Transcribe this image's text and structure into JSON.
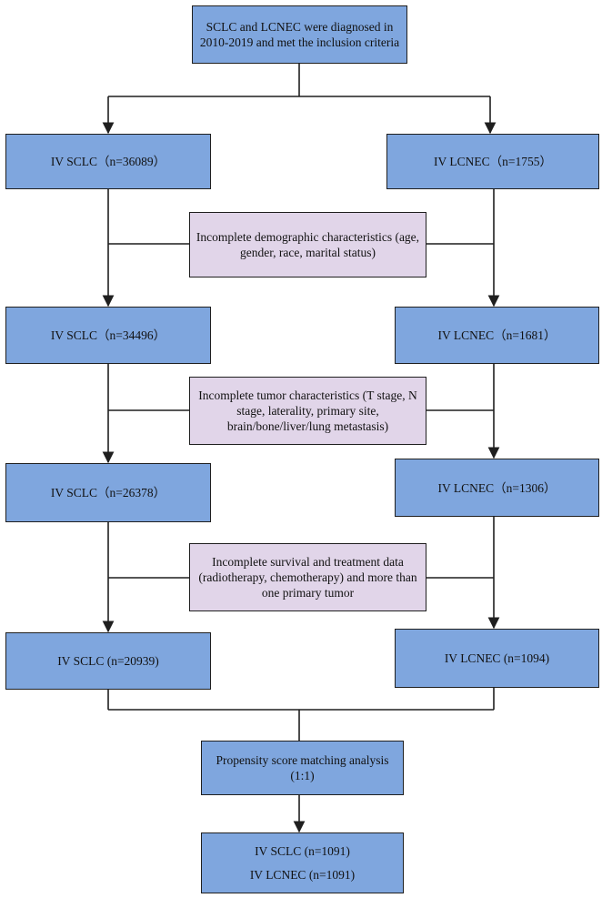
{
  "top_box": {
    "text": "SCLC and LCNEC were diagnosed in 2010-2019 and met the inclusion criteria"
  },
  "sclc_steps": [
    "IV SCLC（n=36089）",
    "IV SCLC（n=34496）",
    "IV SCLC（n=26378）",
    "IV SCLC (n=20939)"
  ],
  "lcnec_steps": [
    "IV LCNEC（n=1755）",
    "IV LCNEC（n=1681）",
    "IV LCNEC（n=1306）",
    "IV LCNEC (n=1094)"
  ],
  "exclusions": [
    "Incomplete demographic characteristics (age, gender, race, marital status)",
    "Incomplete tumor characteristics (T stage, N stage, laterality, primary site, brain/bone/liver/lung metastasis)",
    "Incomplete survival and treatment data (radiotherapy, chemotherapy) and more than one primary tumor"
  ],
  "psm_box": {
    "text": "Propensity score matching analysis (1:1)"
  },
  "final_box": {
    "sclc": "IV SCLC (n=1091)",
    "lcnec": "IV LCNEC (n=1091)"
  },
  "colors": {
    "step_fill": "#7fa6de",
    "exclusion_fill": "#e1d5e9",
    "line": "#1f1f1f"
  }
}
